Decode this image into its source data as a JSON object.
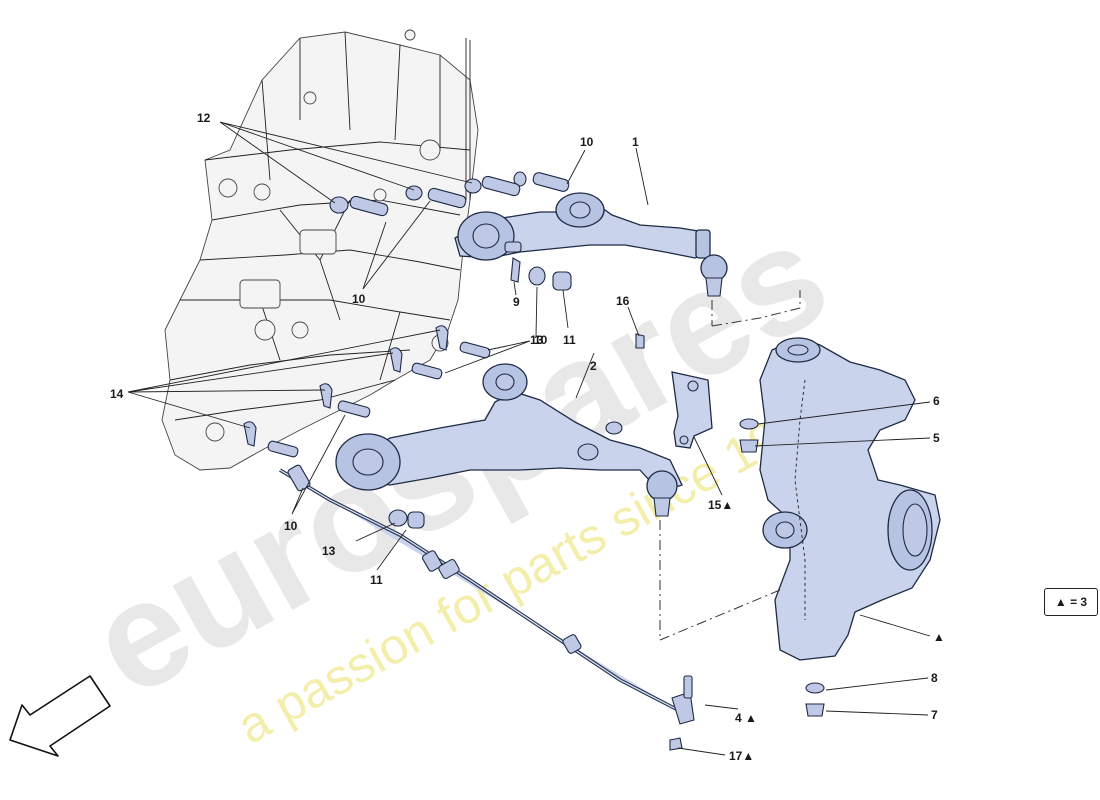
{
  "watermark": {
    "brand": "eurospares",
    "tagline": "a passion for parts since 1985"
  },
  "legend_note": "▲ = 3",
  "callouts": [
    {
      "id": "c1",
      "text": "1"
    },
    {
      "id": "c2",
      "text": "2"
    },
    {
      "id": "c4",
      "text": "4 ▲"
    },
    {
      "id": "c5",
      "text": "5"
    },
    {
      "id": "c6",
      "text": "6"
    },
    {
      "id": "c7",
      "text": "7"
    },
    {
      "id": "c8",
      "text": "8"
    },
    {
      "id": "c9",
      "text": "9"
    },
    {
      "id": "c10a",
      "text": "10"
    },
    {
      "id": "c10b",
      "text": "10"
    },
    {
      "id": "c10c",
      "text": "10"
    },
    {
      "id": "c10d",
      "text": "10"
    },
    {
      "id": "c11a",
      "text": "11"
    },
    {
      "id": "c11b",
      "text": "11"
    },
    {
      "id": "c12",
      "text": "12"
    },
    {
      "id": "c13a",
      "text": "13"
    },
    {
      "id": "c13b",
      "text": "13"
    },
    {
      "id": "c14",
      "text": "14"
    },
    {
      "id": "c15",
      "text": "15▲"
    },
    {
      "id": "c16",
      "text": "16"
    },
    {
      "id": "c17",
      "text": "17▲"
    },
    {
      "id": "c18",
      "text": "▲"
    }
  ]
}
